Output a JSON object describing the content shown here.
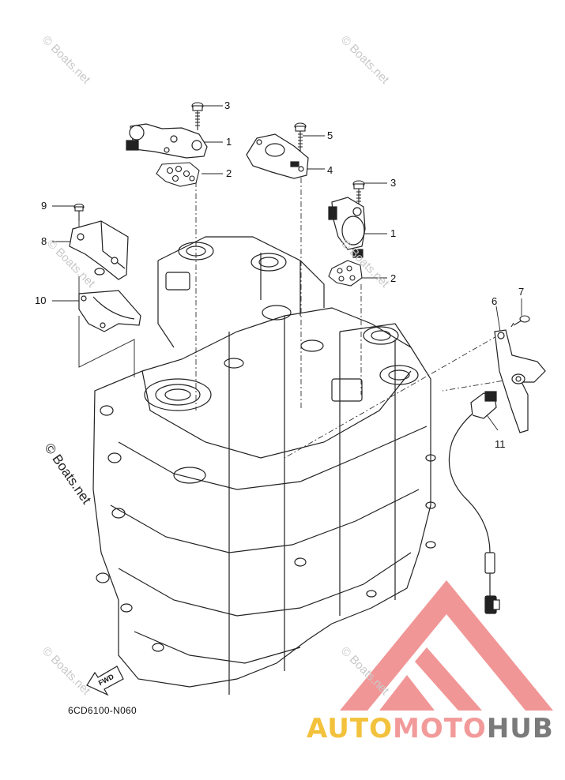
{
  "diagram": {
    "code": "6CD6100-N060",
    "fwd_label": "FWD",
    "callouts": [
      "1",
      "2",
      "3",
      "5",
      "4",
      "3",
      "1",
      "2",
      "9",
      "8",
      "10",
      "6",
      "7",
      "11"
    ]
  },
  "watermarks": [
    "© Boats.net",
    "© Boats.net",
    "© Boats.net",
    "© Boats.net",
    "© Boats.net",
    "© Boats.net",
    "© Boats.net"
  ],
  "brand": {
    "part1": "AUTO",
    "part2": "MOTO",
    "part3": "HUB",
    "colors": {
      "auto": "#f3c23d",
      "moto": "#f29a9a",
      "hub": "#7a7a7a",
      "logo": "#f08b8b"
    }
  }
}
